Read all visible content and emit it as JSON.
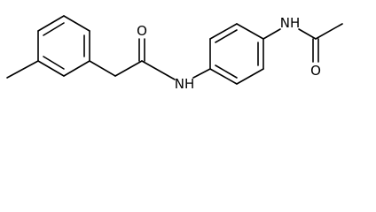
{
  "molecule": {
    "atoms": {
      "o_amide": "O",
      "nh_amide": "NH",
      "nh_acetamide": "NH",
      "o_acetyl": "O"
    }
  }
}
